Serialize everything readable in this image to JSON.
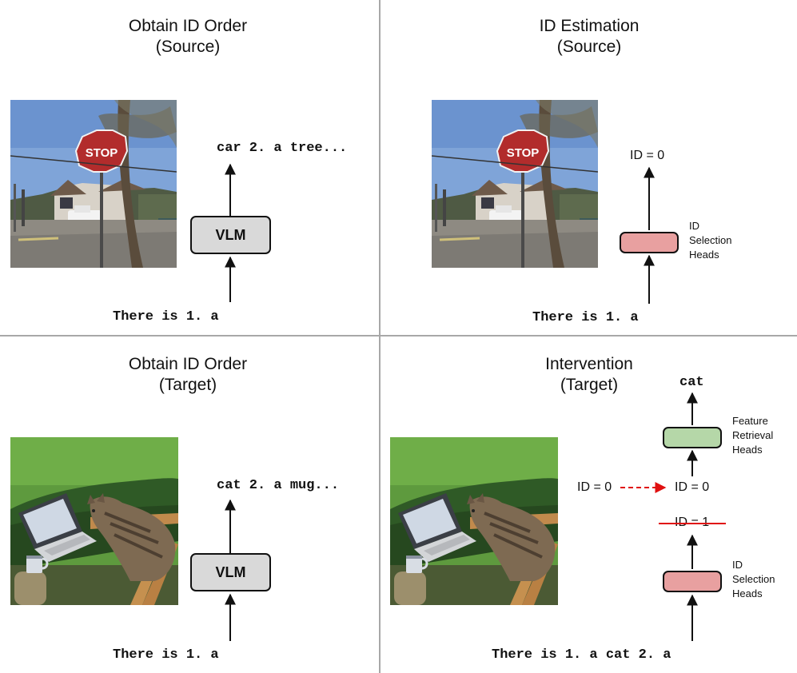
{
  "panels": {
    "top_left": {
      "title_line1": "Obtain ID Order",
      "title_line2": "(Source)",
      "model_label": "VLM",
      "prompt": "There is 1. a",
      "output": "car 2. a tree..."
    },
    "top_right": {
      "title_line1": "ID Estimation",
      "title_line2": "(Source)",
      "prompt": "There is 1. a",
      "output": "ID = 0",
      "heads_label": [
        "ID",
        "Selection",
        "Heads"
      ]
    },
    "bottom_left": {
      "title_line1": "Obtain ID Order",
      "title_line2": "(Target)",
      "model_label": "VLM",
      "prompt": "There is 1. a",
      "output": "cat 2. a mug..."
    },
    "bottom_right": {
      "title_line1": "Intervention",
      "title_line2": "(Target)",
      "prompt": "There is 1. a cat 2. a",
      "output": "cat",
      "patched_source_id": "ID = 0",
      "patched_id": "ID = 0",
      "replaced_id": "ID = 1",
      "feature_heads_label": [
        "Feature",
        "Retrieval",
        "Heads"
      ],
      "id_heads_label": [
        "ID",
        "Selection",
        "Heads"
      ]
    }
  },
  "colors": {
    "vlm_box": "#d9d9d9",
    "id_selection_box": "#e8a0a0",
    "feature_retrieval_box": "#b5d7a8",
    "intervention_arrow": "#e01010",
    "divider": "#a8a8a8"
  }
}
